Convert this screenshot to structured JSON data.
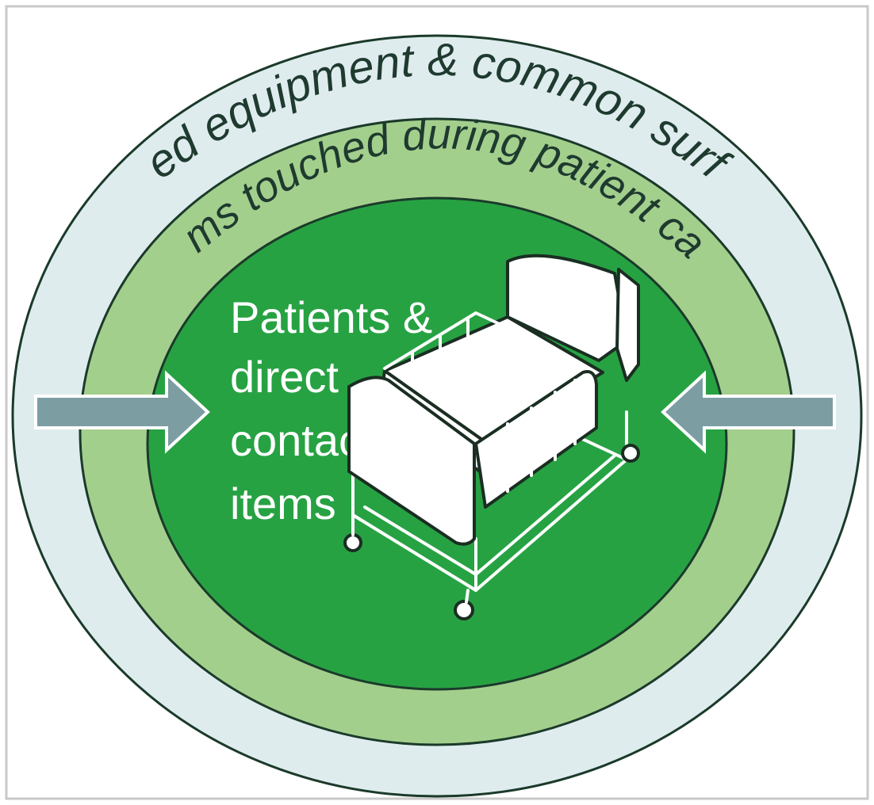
{
  "diagram": {
    "outer_ring_label": "Shared equipment & common surfaces",
    "middle_ring_label": "Items touched during patient care",
    "inner_label_lines": [
      "Patients &",
      "direct",
      "contact",
      "items"
    ],
    "colors": {
      "outer_ring": "#dfecee",
      "middle_ring": "#a3cf8d",
      "inner_zone": "#27a243",
      "arrow": "#7c9ea3",
      "arrow_outline": "#ffffff",
      "outline": "#1b3a2a",
      "inner_text": "#ffffff",
      "ring_text": "#1f3a2f",
      "bed_fill": "#ffffff",
      "bed_stroke": "#1a2e22"
    },
    "icons": {
      "left_arrow": "arrow-right-icon",
      "right_arrow": "arrow-left-icon",
      "bed": "hospital-bed-icon"
    }
  }
}
